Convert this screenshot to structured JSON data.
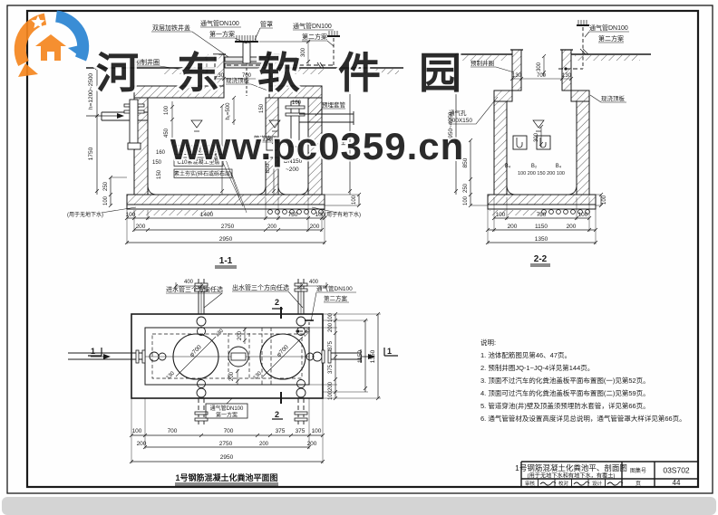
{
  "page": {
    "bg": "#ffffff",
    "strip": "#d4d4d4",
    "line": "#1a1a1a"
  },
  "watermark": {
    "site_name": "河东软件园",
    "site_url": "www.pc0359.cn",
    "name_color": "#2a66d2",
    "url_color": "#2fa44b",
    "logo_orange": "#f5861f",
    "logo_blue": "#2a84d2"
  },
  "s11": {
    "title": "1-1",
    "labels": {
      "cover": "双层加铁井盖",
      "vent1a": "通气管DN100",
      "vent1b": "第一方案",
      "cap": "管罩",
      "vent2a": "通气管DN100",
      "vent2b": "第二方案",
      "ring": "预制井圈",
      "slab": "现浇顶板",
      "sleeve": "预埋套管",
      "support": "管道支架",
      "dn1": "DN150",
      "dn2": "~200",
      "base1": "钢筋混凝土底板",
      "base2": "C10素混凝土垫层",
      "base3": "素土夯实(碎石或砾石层)",
      "no_gw": "(用于无地下水)",
      "gw": "(用于有地下水)"
    },
    "dims": {
      "h_range": "h=1200~2500",
      "v1750": "1750",
      "v250": "250",
      "v100": "100",
      "H3": "H₃",
      "H3_100": "100",
      "h1": "h₁=500",
      "s150": "150",
      "v1400": "1400",
      "v850": "850",
      "i100": "100",
      "i450": "450",
      "i160": "160",
      "i150a": "150",
      "i150b": "150",
      "o160": "160",
      "shaft": [
        "130",
        "700",
        "130"
      ],
      "shaft300": "300",
      "cap300": "300",
      "r1": [
        "100",
        "1400",
        "750",
        "100"
      ],
      "rmid": "200",
      "r2": [
        "200",
        "2750",
        "200"
      ],
      "r3": "2950"
    }
  },
  "s22": {
    "title": "2-2",
    "labels": {
      "vent2a": "通气管DN100",
      "vent2b": "第二方案",
      "ring": "预制井圈",
      "vhole1": "通气孔",
      "vhole2": "200X150",
      "slab": "现浇顶板"
    },
    "dims": {
      "v_range": "2950~4250",
      "v850": "850",
      "v250": "250",
      "v100l": "100",
      "v100r": "100",
      "shaft": [
        "130",
        "700",
        "130"
      ],
      "shaft300": "300",
      "i300": "300",
      "b": [
        "B₄",
        "B₂",
        "B₄"
      ],
      "brow": "100 200 150 200 100",
      "r1": [
        "100",
        "750",
        "100"
      ],
      "r2": [
        "200",
        "1150",
        "200"
      ],
      "r3": "1350"
    }
  },
  "plan": {
    "title": "1号钢筋混凝土化粪池平面图",
    "labels": {
      "inlet": "进水管三个方向任选",
      "outlet": "出水管三个方向任选",
      "vent2a": "通气管DN100",
      "vent2b": "第二方案",
      "vent1a": "通气管DN100",
      "vent1b": "第一方案"
    },
    "dims": {
      "phi1": "φ700",
      "phi2": "φ700",
      "d130": [
        "130",
        "130",
        "130",
        "130"
      ],
      "d200a": "200",
      "d200b": "200",
      "d400l": "400",
      "d400r": "400",
      "right": [
        "100",
        "200",
        "375",
        "375",
        "200",
        "100"
      ],
      "r1150": "1150",
      "r1350": "1350",
      "b1": [
        "100",
        "700",
        "700",
        "375",
        "375",
        "100"
      ],
      "bmid": "200",
      "b2": [
        "200",
        "2750",
        "200"
      ],
      "b3": "2950"
    },
    "sections": {
      "s1l": "1",
      "s1r": "1",
      "s2t": "2",
      "s2b": "2"
    }
  },
  "notes": {
    "heading": "说明:",
    "items": [
      "1. 池体配筋图见第46、47页。",
      "2. 预制井圈JQ-1~JQ-4详见第144页。",
      "3. 顶面不过汽车的化粪池盖板平面布置图(一)见第52页。",
      "4. 顶面可过汽车的化粪池盖板平面布置图(二)见第59页。",
      "5. 管道穿池(井)壁及顶盖须预埋防水套管，详见第66页。",
      "6. 通气管管材及设置高度详见总说明，通气管管罩大样详见第66页。"
    ]
  },
  "titleblock": {
    "title": "1号钢筋混凝土化粪池平、剖面图",
    "subtitle": "(用于无地下水和有地下水，有覆土)",
    "atlas_label": "图集号",
    "atlas_no": "03S702",
    "page_label": "页",
    "page_no": "44",
    "sig1": "审核",
    "sig2": "校对",
    "sig3": "设计"
  }
}
